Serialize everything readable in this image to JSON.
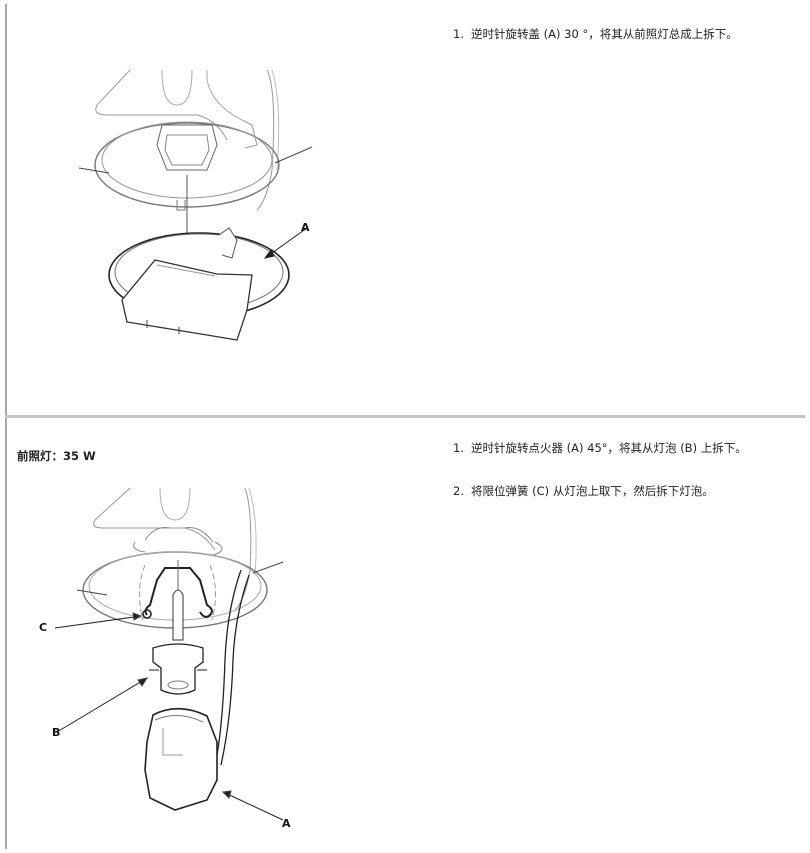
{
  "sections": [
    {
      "figure": {
        "description": "Rotating cover removed from headlight assembly",
        "callouts": {
          "a": "A"
        }
      },
      "steps": [
        {
          "num": "1.",
          "text": "逆时针旋转盖 (A) 30 °，将其从前照灯总成上拆下。"
        }
      ]
    },
    {
      "spec_label": "前照灯：35 W",
      "figure": {
        "description": "Igniter, bulb and retaining spring removed from headlight",
        "callouts": {
          "a": "A",
          "b": "B",
          "c": "C"
        }
      },
      "steps": [
        {
          "num": "1.",
          "text": "逆时针旋转点火器 (A) 45°，将其从灯泡 (B) 上拆下。"
        },
        {
          "num": "2.",
          "text": "将限位弹簧 (C) 从灯泡上取下，然后拆下灯泡。"
        }
      ]
    }
  ],
  "colors": {
    "border": "#a9a9a9",
    "divider": "#c4c4c4",
    "text": "#222222"
  }
}
